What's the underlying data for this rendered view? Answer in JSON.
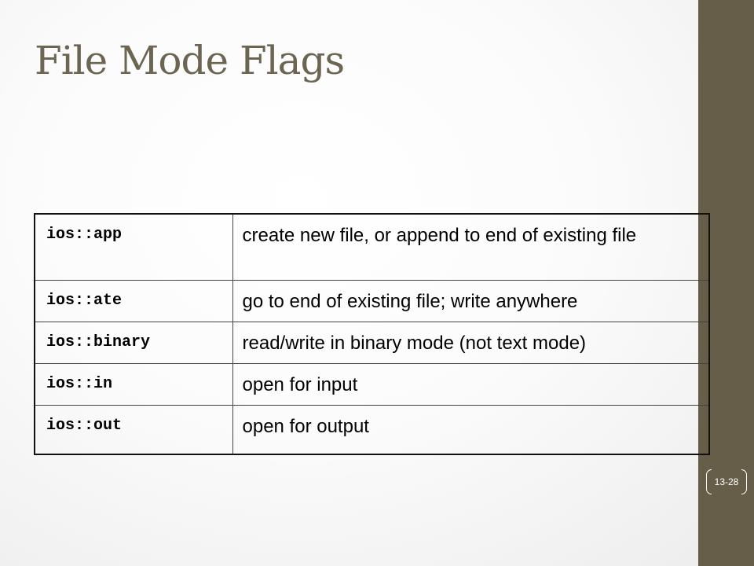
{
  "slide": {
    "title": "File Mode Flags",
    "page_number": "13-28",
    "accent_color": "#675e4a"
  },
  "flags_table": {
    "rows": [
      {
        "flag": "ios::app",
        "description": "create new file, or append to end of existing file"
      },
      {
        "flag": "ios::ate",
        "description": "go to end of existing file; write anywhere"
      },
      {
        "flag": "ios::binary",
        "description": "read/write in binary mode (not text mode)"
      },
      {
        "flag": "ios::in",
        "description": "open for input"
      },
      {
        "flag": "ios::out",
        "description": "open for output"
      }
    ]
  }
}
